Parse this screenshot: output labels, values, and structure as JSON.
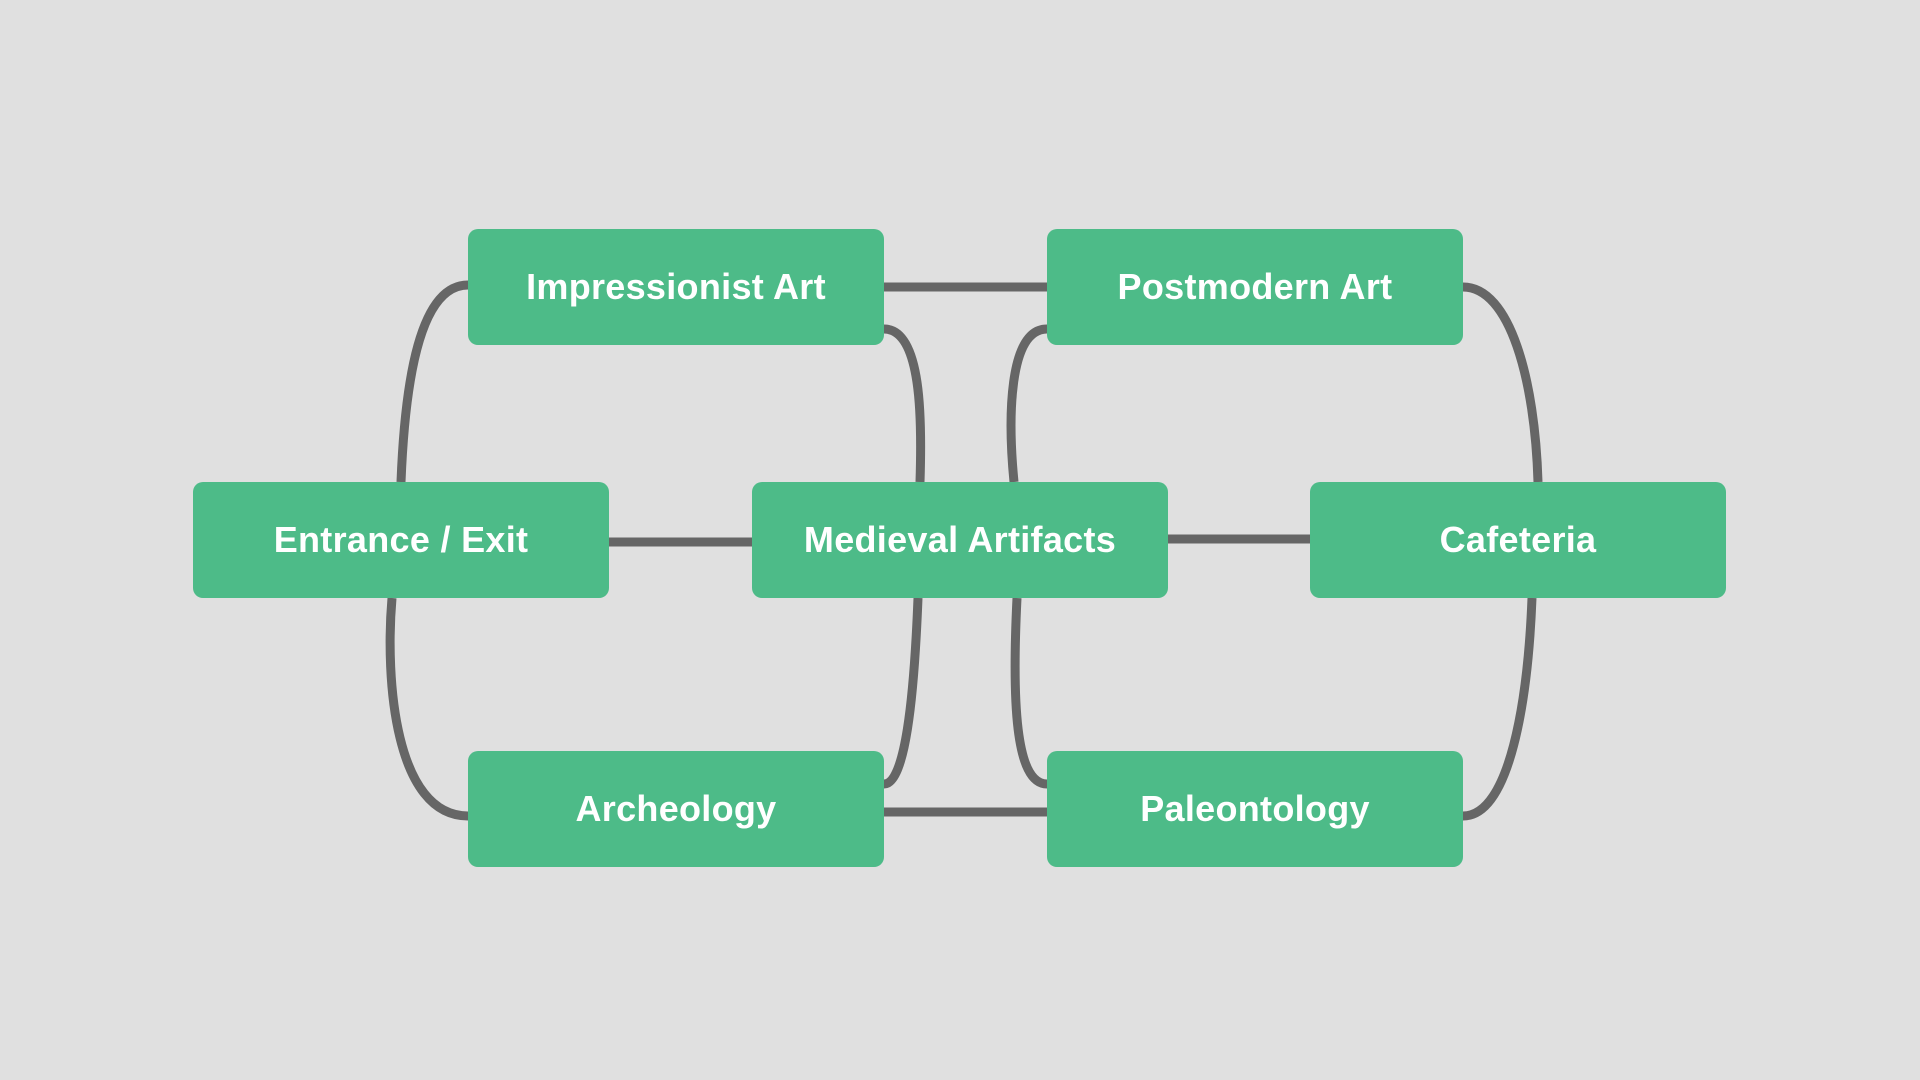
{
  "colors": {
    "background": "#e0e0e0",
    "node_fill": "#4dbb88",
    "node_text": "#ffffff",
    "connector": "#666666"
  },
  "rooms": [
    {
      "id": "impressionist",
      "label": "Impressionist Art"
    },
    {
      "id": "postmodern",
      "label": "Postmodern Art"
    },
    {
      "id": "entrance",
      "label": "Entrance / Exit"
    },
    {
      "id": "medieval",
      "label": "Medieval Artifacts"
    },
    {
      "id": "cafeteria",
      "label": "Cafeteria"
    },
    {
      "id": "archeology",
      "label": "Archeology"
    },
    {
      "id": "paleontology",
      "label": "Paleontology"
    }
  ],
  "connections": [
    {
      "from": "impressionist",
      "to": "postmodern"
    },
    {
      "from": "impressionist",
      "to": "entrance"
    },
    {
      "from": "impressionist",
      "to": "medieval"
    },
    {
      "from": "postmodern",
      "to": "medieval"
    },
    {
      "from": "postmodern",
      "to": "cafeteria"
    },
    {
      "from": "entrance",
      "to": "medieval"
    },
    {
      "from": "medieval",
      "to": "cafeteria"
    },
    {
      "from": "entrance",
      "to": "archeology"
    },
    {
      "from": "medieval",
      "to": "archeology"
    },
    {
      "from": "medieval",
      "to": "paleontology"
    },
    {
      "from": "cafeteria",
      "to": "paleontology"
    },
    {
      "from": "archeology",
      "to": "paleontology"
    }
  ]
}
